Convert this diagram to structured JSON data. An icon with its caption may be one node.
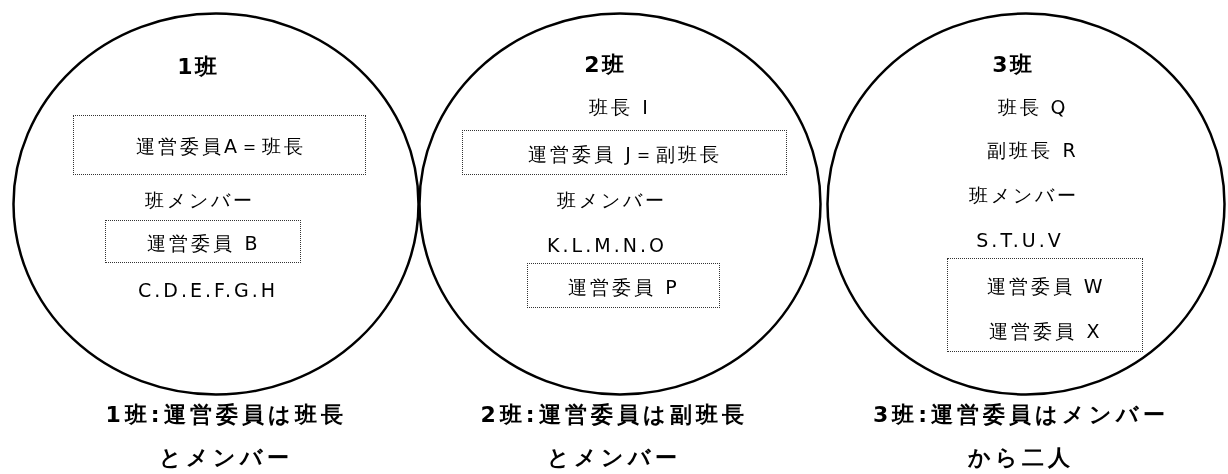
{
  "diagram": {
    "nodes": [
      {
        "text": [
          "1班",
          "班メンバー",
          "C.D.E.F.G.H"
        ],
        "beside": [
          "1班:運営委員は班長とメンバー"
        ]
      },
      {
        "text": [
          "運営委員A＝班長"
        ],
        "in": 0
      },
      {
        "text": [
          "運営委員 B"
        ],
        "in": 0
      },
      {
        "text": [
          "2班",
          "班長 I",
          "班メンバー",
          "K.L.M.N.O"
        ],
        "beside": [
          "2班:運営委員は副班長とメンバー"
        ]
      },
      {
        "text": [
          "運営委員 J＝副班長"
        ],
        "in": 3
      },
      {
        "text": [
          "運営委員 P"
        ],
        "in": 3
      },
      {
        "text": [
          "3班",
          "班長 Q",
          "副班長 R",
          "班メンバー",
          "S.T.U.V"
        ],
        "beside": [
          "3班:運営委員はメンバーから二人"
        ]
      },
      {
        "text": [
          "運営委員 W",
          "運営委員 X"
        ],
        "in": 6
      }
    ]
  }
}
